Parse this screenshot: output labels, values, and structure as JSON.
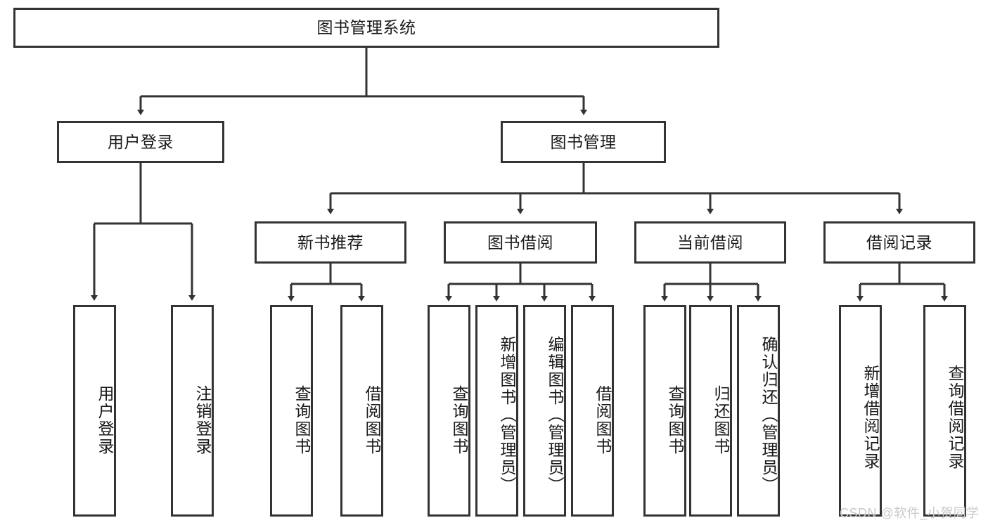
{
  "diagram": {
    "type": "tree-hierarchy-chart",
    "title": "图书管理系统",
    "colors": {
      "box_border": "#333333",
      "box_fill": "#ffffff",
      "connector": "#333333",
      "text": "#1a1a1a",
      "watermark": "#c9c9c9"
    },
    "nodes": {
      "root": {
        "label": "图书管理系统"
      },
      "level1": [
        {
          "id": "user-login",
          "label": "用户登录"
        },
        {
          "id": "book-management",
          "label": "图书管理"
        }
      ],
      "level2": [
        {
          "id": "new-book-recommend",
          "label": "新书推荐"
        },
        {
          "id": "book-borrow",
          "label": "图书借阅"
        },
        {
          "id": "current-borrow",
          "label": "当前借阅"
        },
        {
          "id": "borrow-record",
          "label": "借阅记录"
        }
      ],
      "leaves": {
        "user-login": [
          {
            "id": "leaf-user-login",
            "label": "用户登录"
          },
          {
            "id": "leaf-logout-login",
            "label": "注销登录"
          }
        ],
        "new-book-recommend": [
          {
            "id": "leaf-query-book-1",
            "label": "查询图书"
          },
          {
            "id": "leaf-borrow-book-1",
            "label": "借阅图书"
          }
        ],
        "book-borrow": [
          {
            "id": "leaf-query-book-2",
            "label": "查询图书"
          },
          {
            "id": "leaf-add-book-admin",
            "label": "新增图书（管理员）"
          },
          {
            "id": "leaf-edit-book-admin",
            "label": "编辑图书（管理员）"
          },
          {
            "id": "leaf-borrow-book-2",
            "label": "借阅图书"
          }
        ],
        "current-borrow": [
          {
            "id": "leaf-query-book-3",
            "label": "查询图书"
          },
          {
            "id": "leaf-return-book",
            "label": "归还图书"
          },
          {
            "id": "leaf-confirm-return-admin",
            "label": "确认归还（管理员）"
          }
        ],
        "borrow-record": [
          {
            "id": "leaf-add-borrow-record",
            "label": "新增借阅记录"
          },
          {
            "id": "leaf-query-borrow-record",
            "label": "查询借阅记录"
          }
        ]
      }
    },
    "watermark": "CSDN @软件_小贺同学"
  }
}
